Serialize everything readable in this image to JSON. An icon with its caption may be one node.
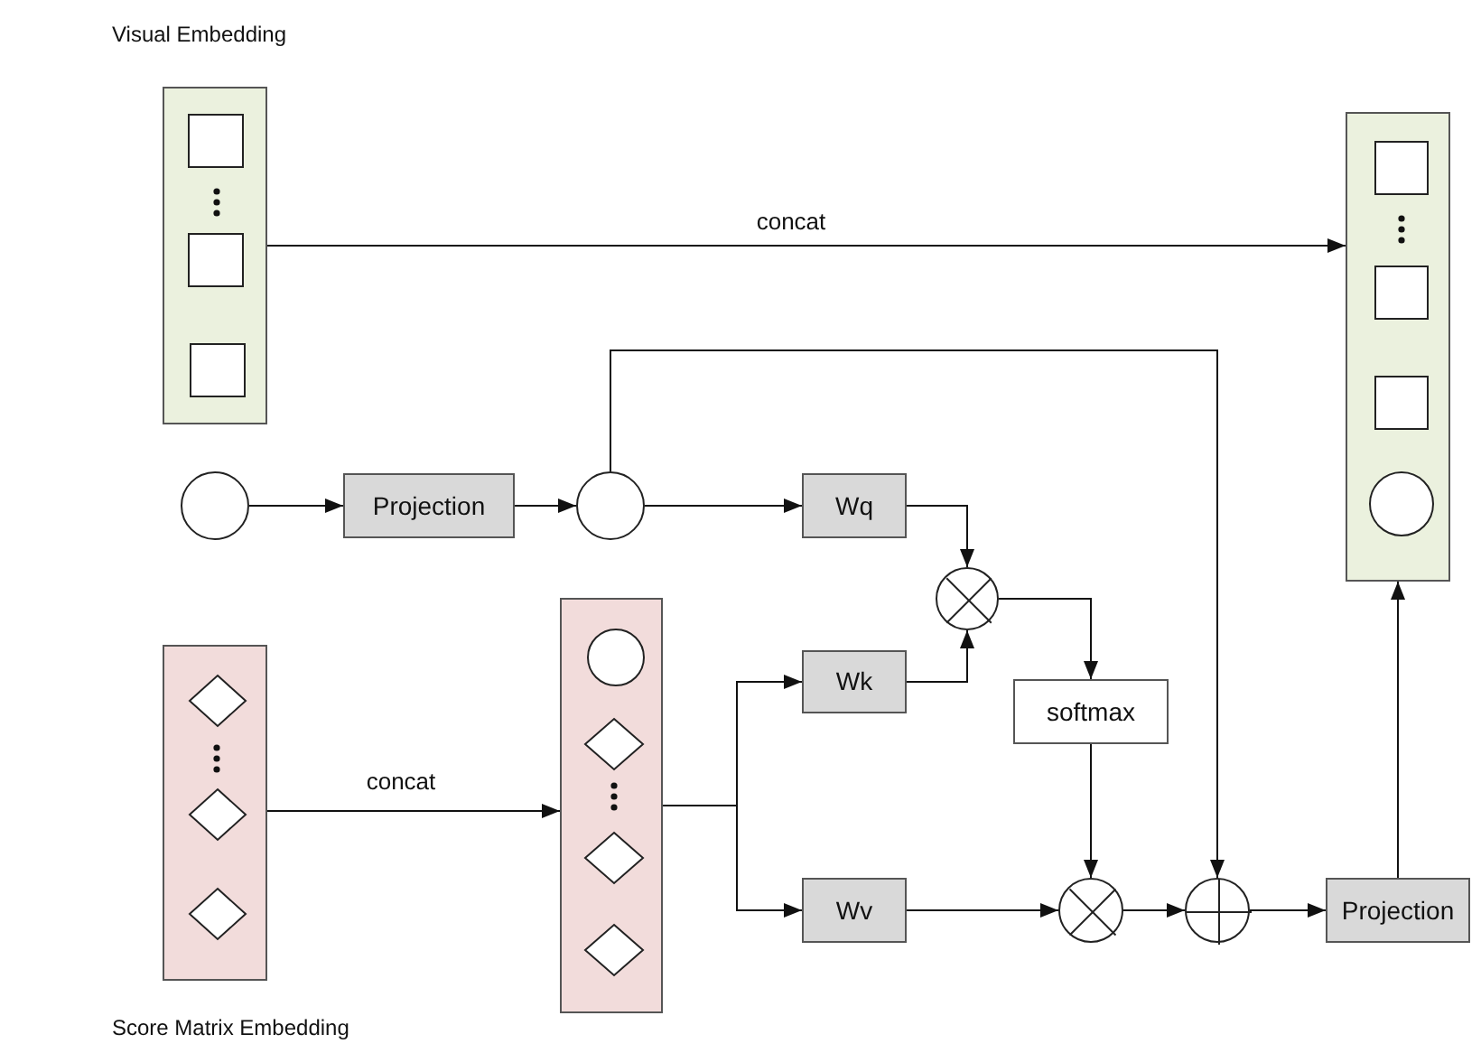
{
  "diagram": {
    "nodes": [
      {
        "text": [],
        "shape": "box",
        "beside": [
          "Visual Embedding"
        ]
      },
      {
        "text": [],
        "shape": "box",
        "in": 0
      },
      {
        "text": [],
        "shape": "box",
        "in": 0
      },
      {
        "text": [],
        "shape": "box",
        "in": 0
      },
      {
        "text": [],
        "shape": "box"
      },
      {
        "text": [],
        "shape": "box",
        "in": 4
      },
      {
        "text": [],
        "shape": "box",
        "in": 4
      },
      {
        "text": [],
        "shape": "box",
        "in": 4
      },
      {
        "text": [],
        "shape": "circle",
        "in": 4
      },
      {
        "text": [],
        "shape": "circle"
      },
      {
        "text": [
          "Projection"
        ]
      },
      {
        "text": [],
        "shape": "circle"
      },
      {
        "text": [
          "Wq"
        ]
      },
      {
        "text": [],
        "shape": "circle"
      },
      {
        "text": [],
        "shape": "box",
        "beside": [
          "Score Matrix Embedding"
        ]
      },
      {
        "text": [],
        "shape": "diamond",
        "in": 14
      },
      {
        "text": [],
        "shape": "diamond",
        "in": 14
      },
      {
        "text": [],
        "shape": "diamond",
        "in": 14
      },
      {
        "text": [
          "Wk"
        ]
      },
      {
        "text": [
          "softmax"
        ]
      },
      {
        "text": [],
        "shape": "box"
      },
      {
        "text": [],
        "shape": "circle",
        "in": 20
      },
      {
        "text": [],
        "shape": "diamond",
        "in": 20
      },
      {
        "text": [],
        "shape": "diamond",
        "in": 20
      },
      {
        "text": [],
        "shape": "diamond",
        "in": 20
      },
      {
        "text": [
          "Wv"
        ]
      },
      {
        "text": [],
        "shape": "circle"
      },
      {
        "text": [],
        "shape": "circle"
      },
      {
        "text": [
          "Projection"
        ]
      }
    ],
    "edges": [
      {
        "from": 0,
        "to": 4,
        "arrow": "to",
        "label": "concat"
      },
      {
        "from": 9,
        "to": 10,
        "arrow": "to"
      },
      {
        "from": 10,
        "to": 11,
        "arrow": "to"
      },
      {
        "from": 11,
        "to": 12,
        "arrow": "to"
      },
      {
        "from": 11,
        "to": 27,
        "arrow": "to"
      },
      {
        "from": 12,
        "to": 13,
        "arrow": "to"
      },
      {
        "from": 18,
        "to": 13,
        "arrow": "to"
      },
      {
        "from": 13,
        "to": 19,
        "arrow": "to"
      },
      {
        "from": 14,
        "to": 20,
        "arrow": "to",
        "label": "concat"
      },
      {
        "from": 20,
        "to": 18,
        "arrow": "to"
      },
      {
        "from": 20,
        "to": 25,
        "arrow": "to"
      },
      {
        "from": 25,
        "to": 26,
        "arrow": "to"
      },
      {
        "from": 19,
        "to": 26,
        "arrow": "to"
      },
      {
        "from": 26,
        "to": 27,
        "arrow": "to"
      },
      {
        "from": 27,
        "to": 28,
        "arrow": "to"
      },
      {
        "from": 28,
        "to": 4,
        "arrow": "to"
      }
    ]
  }
}
